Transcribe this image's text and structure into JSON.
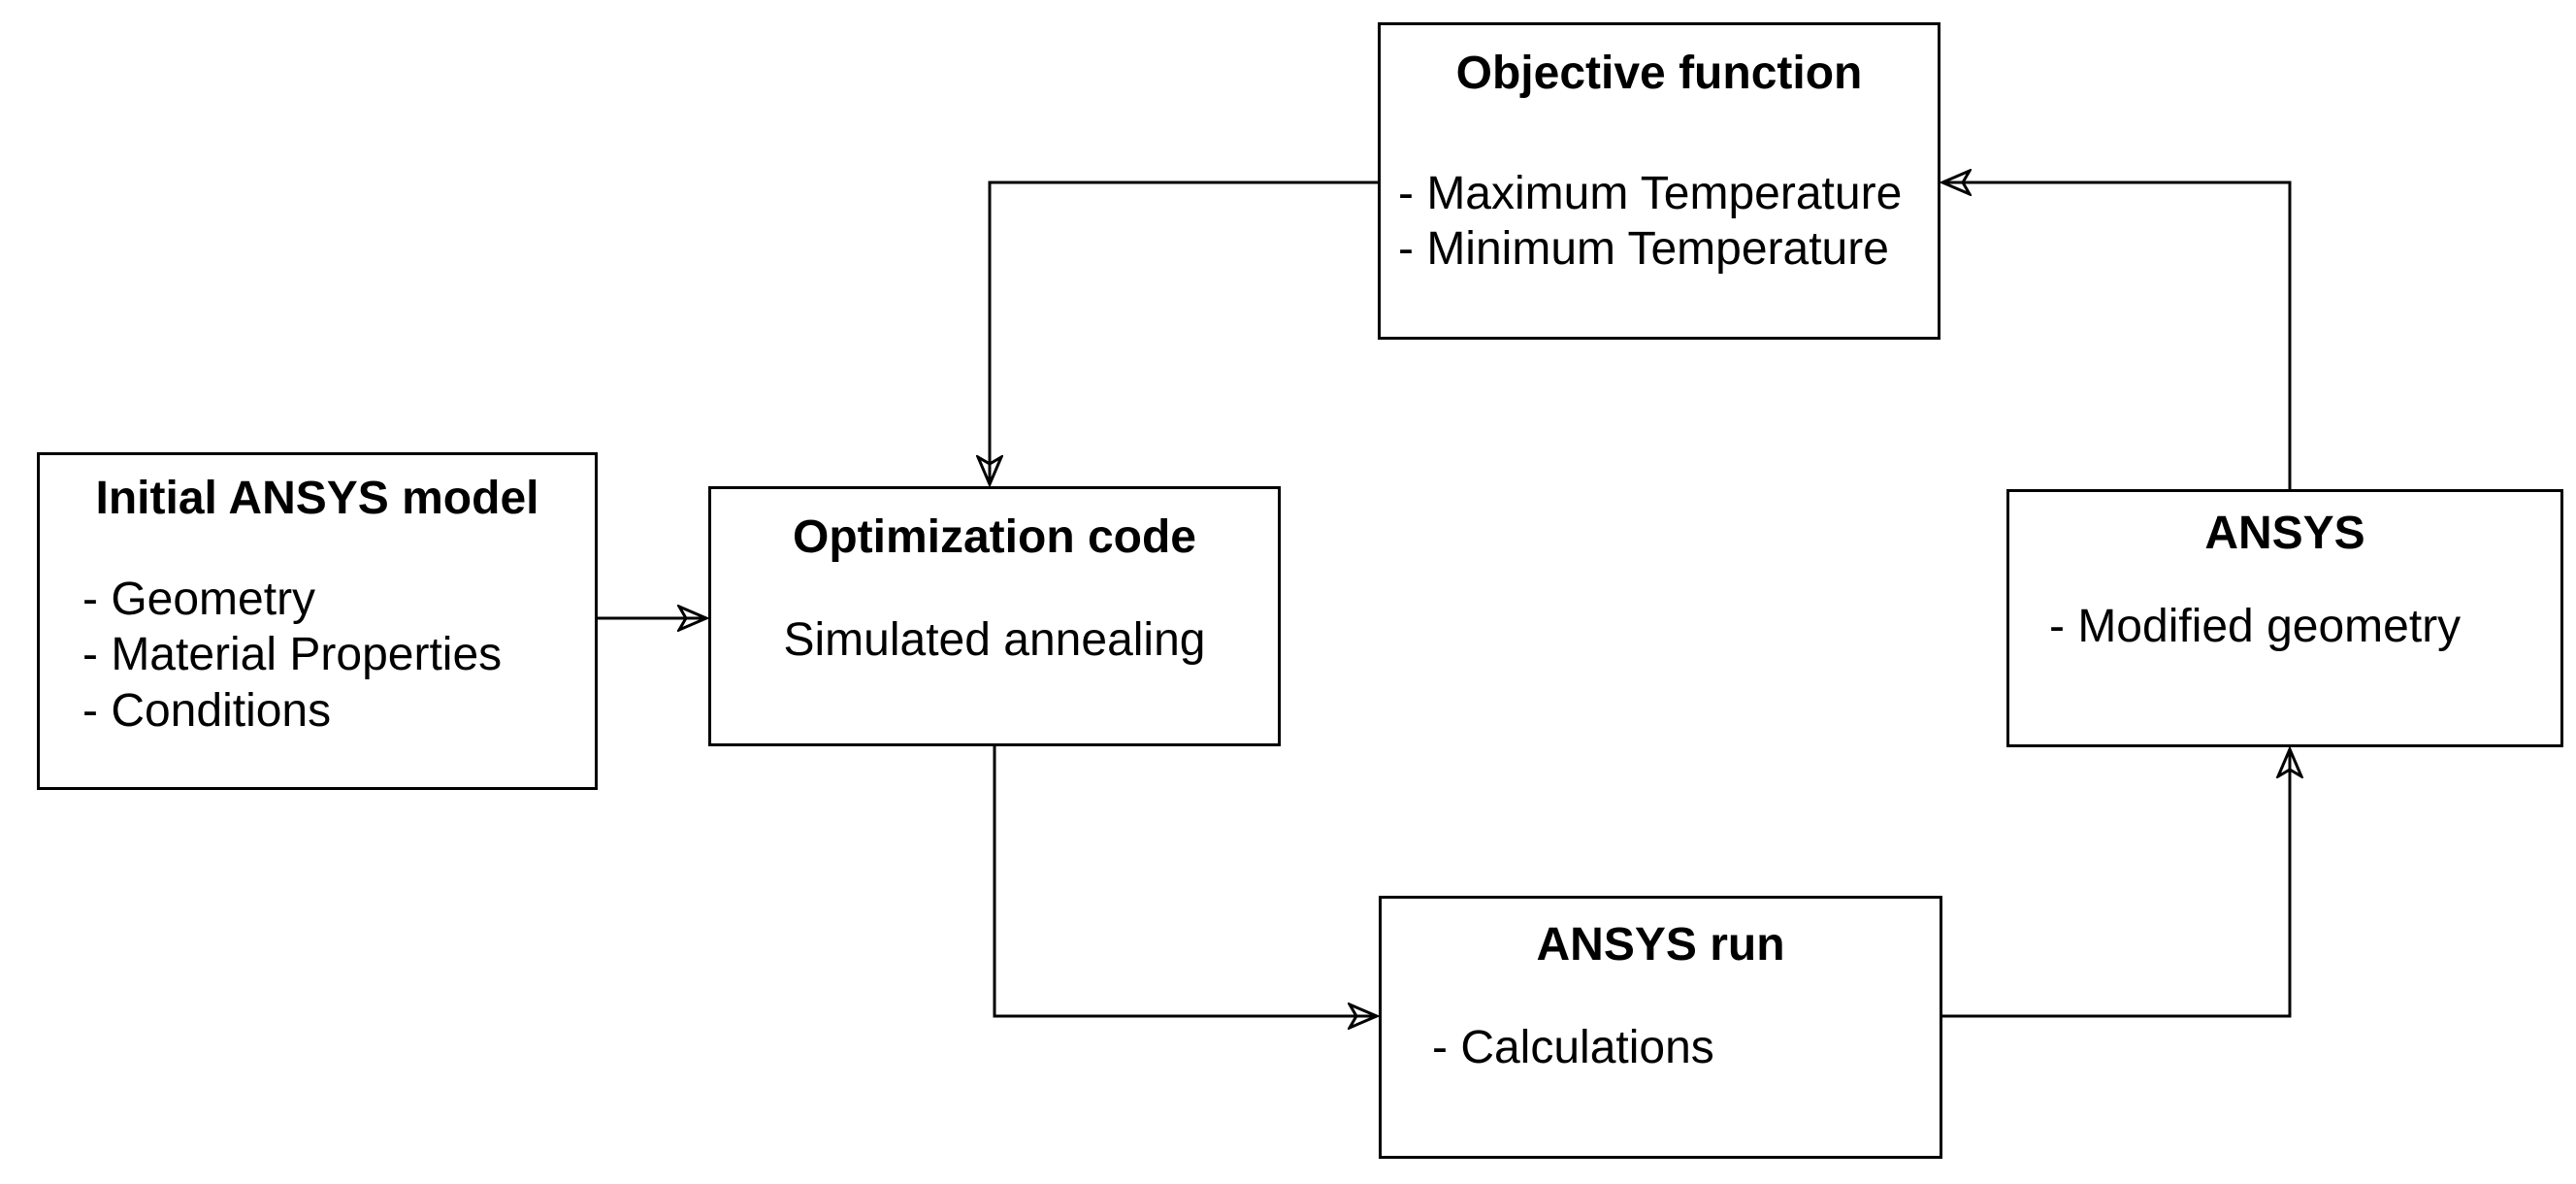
{
  "diagram": {
    "type": "flowchart",
    "background": "#ffffff",
    "line_color": "#000000",
    "text_color": "#000000",
    "nodes": [
      {
        "id": "initial-ansys-model",
        "title": "Initial ANSYS model",
        "items": [
          "- Geometry",
          "- Material Properties",
          "- Conditions"
        ]
      },
      {
        "id": "optimization-code",
        "title": "Optimization code",
        "items": [
          "Simulated annealing"
        ]
      },
      {
        "id": "objective-function",
        "title": "Objective function",
        "items": [
          "- Maximum Temperature",
          "- Minimum Temperature"
        ]
      },
      {
        "id": "ansys",
        "title": "ANSYS",
        "items": [
          "- Modified geometry"
        ]
      },
      {
        "id": "ansys-run",
        "title": "ANSYS run",
        "items": [
          "- Calculations"
        ]
      }
    ],
    "edges": [
      {
        "from": "initial-ansys-model",
        "to": "optimization-code"
      },
      {
        "from": "objective-function",
        "to": "optimization-code"
      },
      {
        "from": "optimization-code",
        "to": "ansys-run"
      },
      {
        "from": "ansys-run",
        "to": "ansys"
      },
      {
        "from": "ansys",
        "to": "objective-function"
      }
    ]
  }
}
